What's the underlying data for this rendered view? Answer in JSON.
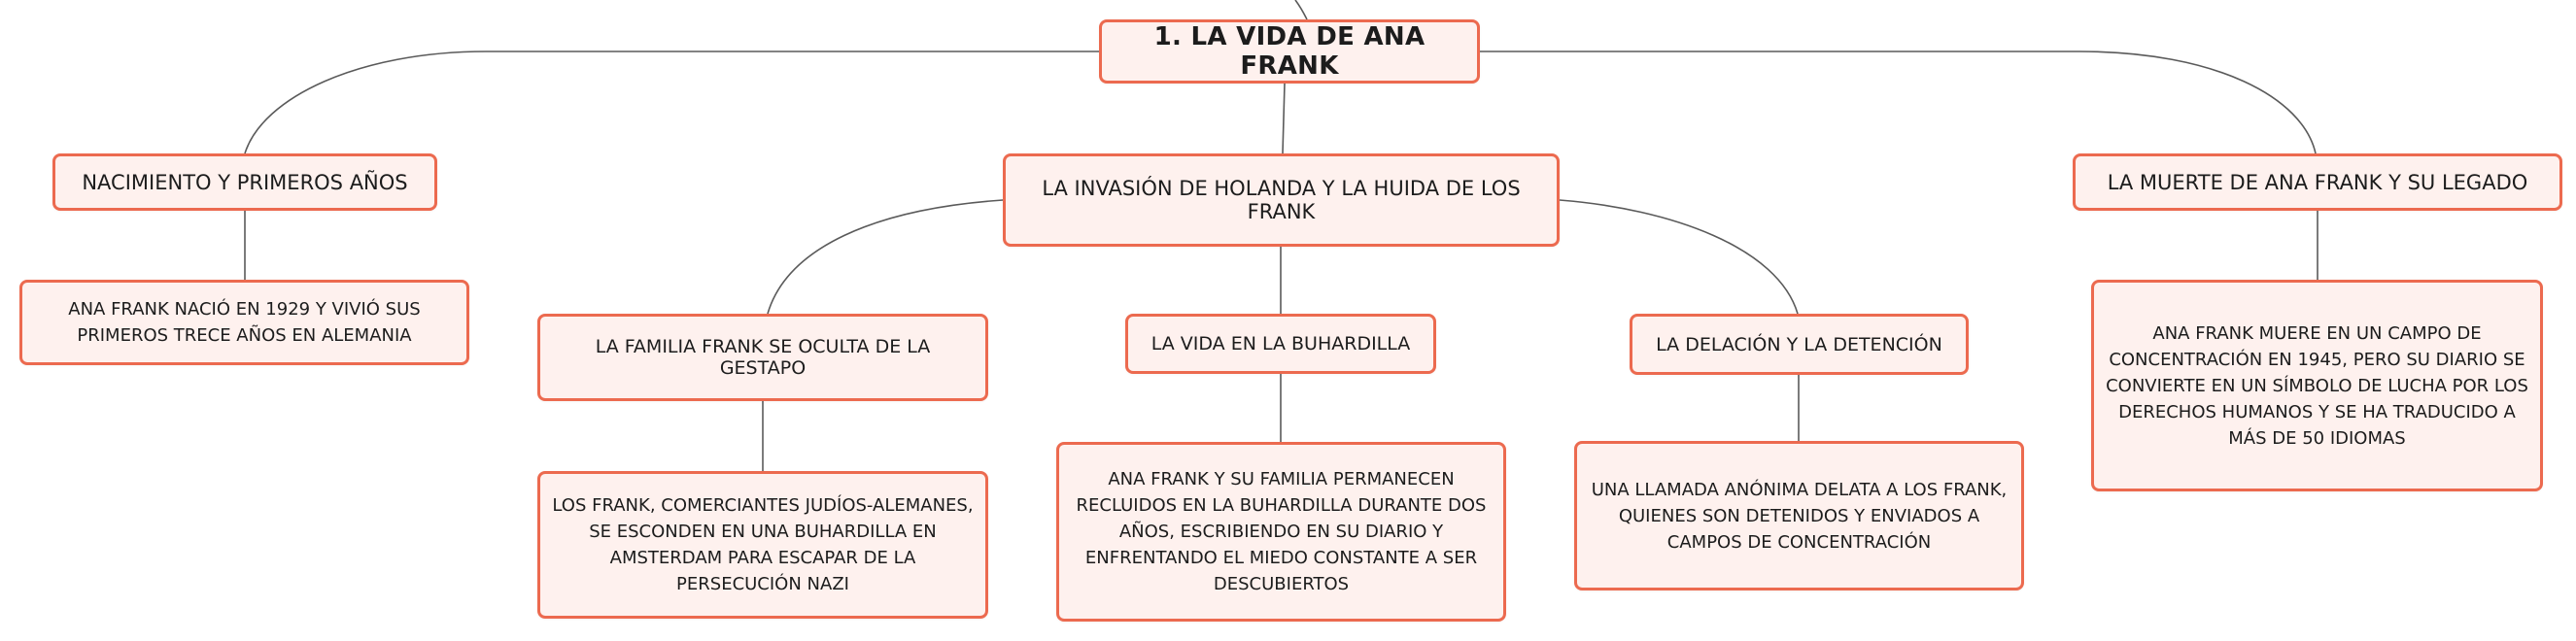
{
  "diagram": {
    "root": "1. LA VIDA DE ANA FRANK",
    "branches": [
      {
        "title": "NACIMIENTO Y PRIMEROS AÑOS",
        "detail": "ANA FRANK NACIÓ EN 1929 Y VIVIÓ SUS PRIMEROS TRECE AÑOS EN ALEMANIA"
      },
      {
        "title": "LA INVASIÓN DE HOLANDA Y LA HUIDA DE LOS FRANK",
        "children": [
          {
            "title": "LA FAMILIA FRANK SE OCULTA DE LA GESTAPO",
            "detail": "LOS FRANK, COMERCIANTES JUDÍOS-ALEMANES, SE ESCONDEN EN UNA BUHARDILLA EN AMSTERDAM PARA ESCAPAR DE LA PERSECUCIÓN NAZI"
          },
          {
            "title": "LA VIDA EN LA BUHARDILLA",
            "detail": "ANA FRANK Y SU FAMILIA PERMANECEN RECLUIDOS EN LA BUHARDILLA DURANTE DOS AÑOS, ESCRIBIENDO EN SU DIARIO Y ENFRENTANDO EL MIEDO CONSTANTE A SER DESCUBIERTOS"
          },
          {
            "title": "LA DELACIÓN Y LA DETENCIÓN",
            "detail": "UNA LLAMADA ANÓNIMA DELATA A LOS FRANK, QUIENES SON DETENIDOS Y ENVIADOS A CAMPOS DE CONCENTRACIÓN"
          }
        ]
      },
      {
        "title": "LA MUERTE DE ANA FRANK Y SU LEGADO",
        "detail": "ANA FRANK MUERE EN UN CAMPO DE CONCENTRACIÓN EN 1945, PERO SU DIARIO SE CONVIERTE EN UN SÍMBOLO DE LUCHA POR LOS DERECHOS HUMANOS Y SE HA TRADUCIDO A MÁS DE 50 IDIOMAS"
      }
    ]
  },
  "colors": {
    "node_border": "#ec6a4f",
    "node_fill": "#fef1ee",
    "connector": "#5a5a5a"
  }
}
